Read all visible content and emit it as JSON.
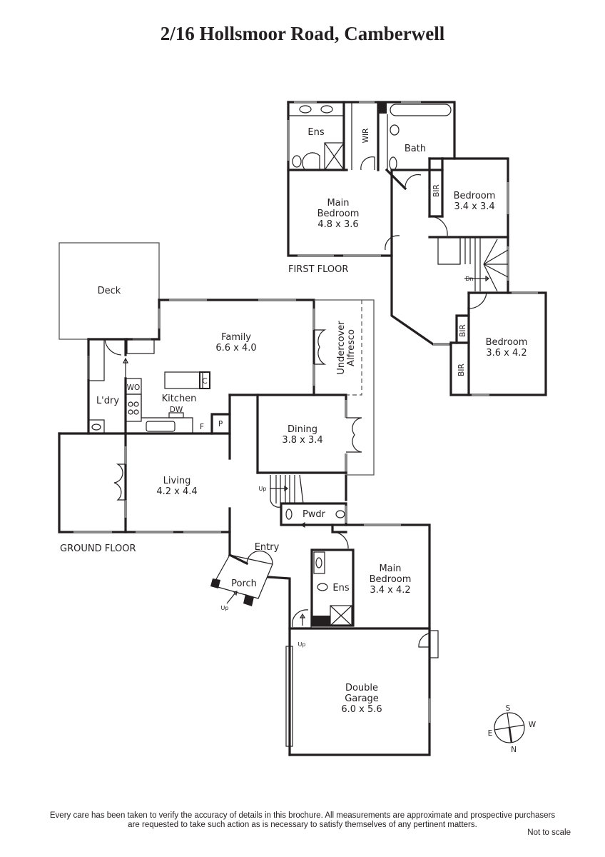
{
  "title": "2/16 Hollsmoor Road, Camberwell",
  "floors": {
    "first": {
      "label": "FIRST FLOOR",
      "rooms": {
        "ens": "Ens",
        "wir": "WIR",
        "bath": "Bath",
        "main_bedroom_name1": "Main",
        "main_bedroom_name2": "Bedroom",
        "main_bedroom_size": "4.8 x 3.6",
        "bedroom2_name": "Bedroom",
        "bedroom2_size": "3.4 x 3.4",
        "bedroom3_name": "Bedroom",
        "bedroom3_size": "3.6 x 4.2",
        "bir": "BIR",
        "stairs_dn": "Dn"
      }
    },
    "ground": {
      "label": "GROUND FLOOR",
      "rooms": {
        "deck": "Deck",
        "family_name": "Family",
        "family_size": "6.6 x 4.0",
        "undercover1": "Undercover",
        "undercover2": "Alfresco",
        "kitchen": "Kitchen",
        "wo": "WO",
        "c": "C",
        "dw": "DW",
        "f": "F",
        "p": "P",
        "laundry": "L'dry",
        "dining_name": "Dining",
        "dining_size": "3.8 x 3.4",
        "living_name": "Living",
        "living_size": "4.2 x 4.4",
        "stairs_up": "Up",
        "pwdr": "Pwdr",
        "entry": "Entry",
        "porch": "Porch",
        "porch_up": "Up",
        "main_bedroom_name1": "Main",
        "main_bedroom_name2": "Bedroom",
        "main_bedroom_size": "3.4 x 4.2",
        "ens": "Ens",
        "garage_up": "Up",
        "garage_name1": "Double",
        "garage_name2": "Garage",
        "garage_size": "6.0 x 5.6"
      }
    }
  },
  "compass": {
    "s": "S",
    "w": "W",
    "e": "E",
    "n": "N"
  },
  "disclaimer_line1": "Every care has been taken to verify the accuracy of details in this brochure.  All measurements are approximate and prospective purchasers",
  "disclaimer_line2": "are requested to take such action as is necessary to satisfy themselves of any pertinent matters.",
  "not_to_scale": "Not to scale"
}
